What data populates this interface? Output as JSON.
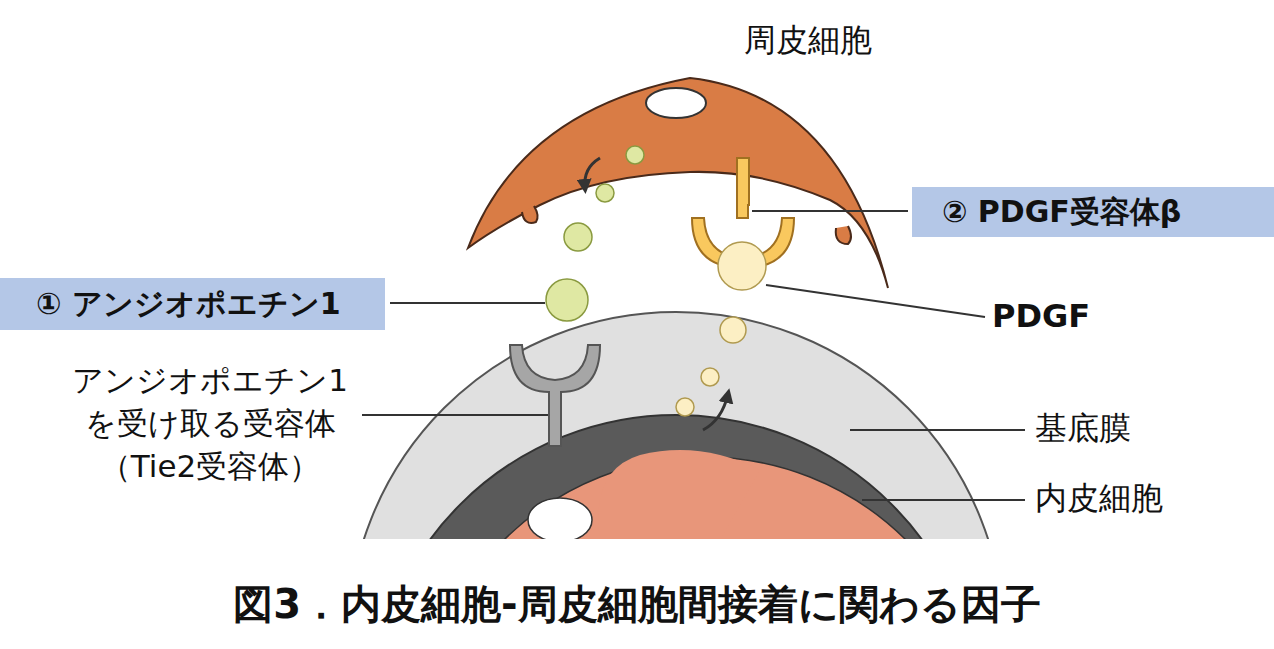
{
  "diagram": {
    "caption": "図3．内皮細胞-周皮細胞間接着に関わる因子",
    "nodes": [
      {
        "text": [
          "① アンジオポエチン1"
        ]
      },
      {
        "text": [
          "② PDGF受容体β"
        ]
      }
    ],
    "labels": [
      "周皮細胞",
      "PDGF",
      "アンジオポエチン1 を受け取る受容体 （Tie2受容体）",
      "基底膜",
      "内皮細胞"
    ]
  }
}
